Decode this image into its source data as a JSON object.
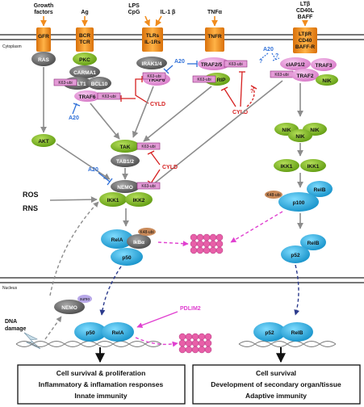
{
  "compartments": {
    "cytoplasm": "Cytoplasm",
    "nucleus": "Nucleus"
  },
  "ligands": {
    "growth_factors": [
      "Growth",
      "factors"
    ],
    "ag": "Ag",
    "lps_cpg": [
      "LPS",
      "CpG"
    ],
    "il1b": "IL-1 β",
    "tnfa": "TNFα",
    "ltb_cd40l_baff": [
      "LTβ",
      "CD40L",
      "BAFF"
    ]
  },
  "receptors": {
    "gfr": "GFR",
    "bcr_tcr": [
      "BCR",
      "TCR"
    ],
    "tlrs": [
      "TLRs",
      "IL-1Rs"
    ],
    "tnfr": "TNFR",
    "ltbr": [
      "LTβR",
      "CD40",
      "BAFF-R"
    ]
  },
  "proteins": {
    "ras": "RAS",
    "pkc": "PKC",
    "carma1": "CARMA1",
    "malt1": "MALT1",
    "bcl10": "BCL10",
    "traf6_bcr": "TRAF6",
    "irak": "IRAK1/4",
    "traf6_tlr": "TRAF6",
    "traf25": "TRAF2/5",
    "rip": "RIP",
    "ciap": "cIAP1/2",
    "traf3": "TRAF3",
    "traf2": "TRAF2",
    "nik_receptor": "NIK",
    "akt": "AKT",
    "tak": "TAK",
    "tab": "TAB1/2",
    "nemo": "NEMO",
    "ikk1": "IKK1",
    "ikk2": "IKK2",
    "nik_cluster": [
      "NIK",
      "NIK",
      "NIK"
    ],
    "ikk1_pair": [
      "IKK1",
      "IKK1"
    ],
    "p100": "p100",
    "relb": "RelB",
    "rela": "RelA",
    "ikba": "IkBα",
    "p50": "p50",
    "p52": "p52",
    "nemo_nuc": "NEMO",
    "sumo": "sumo"
  },
  "ubiquitin": {
    "k63": "K63-ubi",
    "k48": "K48-ubi"
  },
  "inhibitors": {
    "a20": "A20",
    "cyld": "CYLD",
    "pdlim2": "PDLIM2",
    "q": "?"
  },
  "stimuli": {
    "ros": "ROS",
    "rns": "RNS",
    "dna_damage": [
      "DNA",
      "damage"
    ]
  },
  "outcomes": {
    "canonical": [
      "Cell survival & proliferation",
      "Inflammatory & inflamation responses",
      "Innate immunity"
    ],
    "noncanonical": [
      "Cell survival",
      "Development of secondary organ/tissue",
      "Adaptive immunity"
    ]
  },
  "colors": {
    "receptor": "#f39a1e",
    "green": "#7fb51e",
    "grey": "#6d6d6d",
    "pink": "#e58bd6",
    "blue": "#29a9d8",
    "k63": "#e39ad6",
    "proteasome": "#e85fa8",
    "inhibit_blue": "#2e6fd8",
    "inhibit_red": "#d62020",
    "pdlim2": "#e040d0"
  }
}
